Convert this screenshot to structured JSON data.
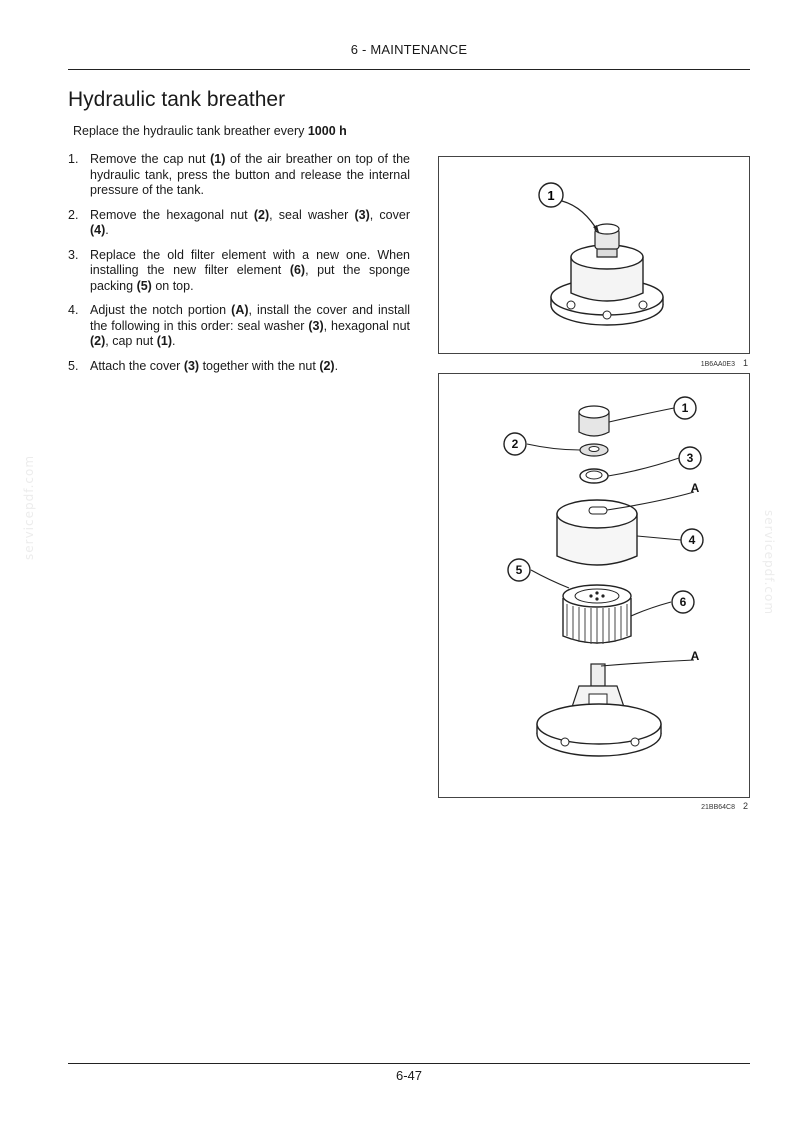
{
  "header": {
    "chapter": "6 - MAINTENANCE"
  },
  "section": {
    "title": "Hydraulic tank breather"
  },
  "intro": {
    "text": "Replace the hydraulic tank breather every ",
    "bold": "1000 h"
  },
  "steps": [
    {
      "num": "1.",
      "parts": [
        {
          "t": "Remove the cap nut "
        },
        {
          "b": "(1)"
        },
        {
          "t": " of the air breather on top of the hydraulic tank, press the button and release the internal pressure of the tank."
        }
      ]
    },
    {
      "num": "2.",
      "parts": [
        {
          "t": "Remove the hexagonal nut "
        },
        {
          "b": "(2)"
        },
        {
          "t": ", seal washer "
        },
        {
          "b": "(3)"
        },
        {
          "t": ", cover "
        },
        {
          "b": "(4)"
        },
        {
          "t": "."
        }
      ]
    },
    {
      "num": "3.",
      "parts": [
        {
          "t": "Replace the old filter element with a new one. When installing the new filter element "
        },
        {
          "b": "(6)"
        },
        {
          "t": ", put the sponge packing "
        },
        {
          "b": "(5)"
        },
        {
          "t": " on top."
        }
      ]
    },
    {
      "num": "4.",
      "parts": [
        {
          "t": "Adjust the notch portion "
        },
        {
          "b": "(A)"
        },
        {
          "t": ", install the cover and install the following in this order: seal washer "
        },
        {
          "b": "(3)"
        },
        {
          "t": ", hexagonal nut "
        },
        {
          "b": "(2)"
        },
        {
          "t": ", cap nut "
        },
        {
          "b": "(1)"
        },
        {
          "t": "."
        }
      ]
    },
    {
      "num": "5.",
      "parts": [
        {
          "t": "Attach the cover "
        },
        {
          "b": "(3)"
        },
        {
          "t": " together with the nut "
        },
        {
          "b": "(2)"
        },
        {
          "t": "."
        }
      ]
    }
  ],
  "figures": [
    {
      "code": "1B6AA0E3",
      "number": "1",
      "callouts": [
        "1"
      ]
    },
    {
      "code": "21BB64C8",
      "number": "2",
      "callouts": [
        "1",
        "2",
        "3",
        "A",
        "4",
        "5",
        "6",
        "A"
      ]
    }
  ],
  "footer": {
    "page": "6-47"
  },
  "watermark": "servicepdf.com"
}
